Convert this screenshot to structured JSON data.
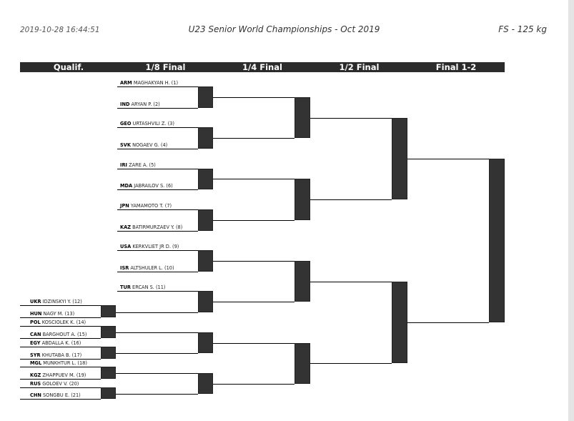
{
  "header": {
    "timestamp": "2019-10-28 16:44:51",
    "title": "U23 Senior World Championships - Oct 2019",
    "category": "FS - 125 kg"
  },
  "rounds": [
    "Qualif.",
    "1/8 Final",
    "1/4 Final",
    "1/2 Final",
    "Final 1-2"
  ],
  "athletes": [
    {
      "nat": "ARM",
      "name": "MAGHAKYAN H. (1)"
    },
    {
      "nat": "IND",
      "name": "ARYAN P. (2)"
    },
    {
      "nat": "GEO",
      "name": "URTASHVILI Z. (3)"
    },
    {
      "nat": "SVK",
      "name": "NOGAEV G. (4)"
    },
    {
      "nat": "IRI",
      "name": "ZARE A. (5)"
    },
    {
      "nat": "MDA",
      "name": "JABRAILOV S. (6)"
    },
    {
      "nat": "JPN",
      "name": "YAMAMOTO T. (7)"
    },
    {
      "nat": "KAZ",
      "name": "BATIRMURZAEV Y. (8)"
    },
    {
      "nat": "USA",
      "name": "KERKVLIET JR D. (9)"
    },
    {
      "nat": "ISR",
      "name": "ALTSHULER L. (10)"
    },
    {
      "nat": "TUR",
      "name": "ERCAN S. (11)"
    },
    {
      "nat": "UKR",
      "name": "IDZINSKYI Y. (12)"
    },
    {
      "nat": "HUN",
      "name": "NAGY M. (13)"
    },
    {
      "nat": "POL",
      "name": "KOSCIOLEK K. (14)"
    },
    {
      "nat": "CAN",
      "name": "BARGHOUT A. (15)"
    },
    {
      "nat": "EGY",
      "name": "ABDALLA K. (16)"
    },
    {
      "nat": "SYR",
      "name": "KHUTABA B. (17)"
    },
    {
      "nat": "MGL",
      "name": "MUNKHTUR L. (18)"
    },
    {
      "nat": "KGZ",
      "name": "ZHAPPUEV M. (19)"
    },
    {
      "nat": "RUS",
      "name": "GOLOEV V. (20)"
    },
    {
      "nat": "CHN",
      "name": "SONGBU E. (21)"
    }
  ]
}
